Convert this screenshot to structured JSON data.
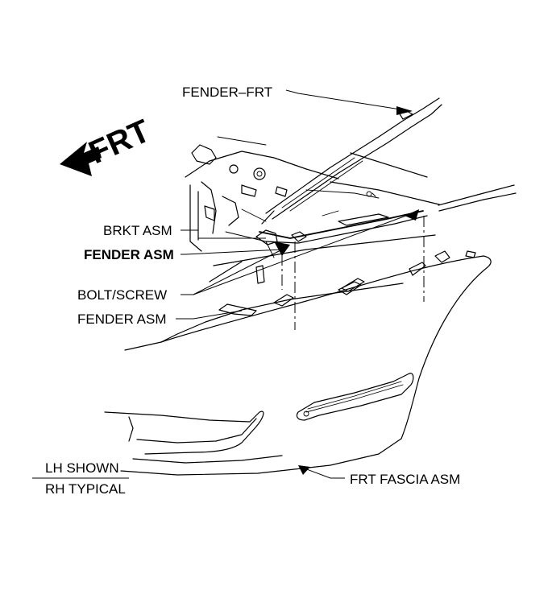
{
  "labels": {
    "fender_frt": "FENDER–FRT",
    "brkt_asm": "BRKT ASM",
    "fender_asm_1": "FENDER ASM",
    "bolt_screw": "BOLT/SCREW",
    "fender_asm_2": "FENDER ASM",
    "frt_fascia_asm": "FRT FASCIA ASM",
    "lh_shown": "LH SHOWN",
    "rh_typical": "RH TYPICAL",
    "frt": "FRT"
  }
}
